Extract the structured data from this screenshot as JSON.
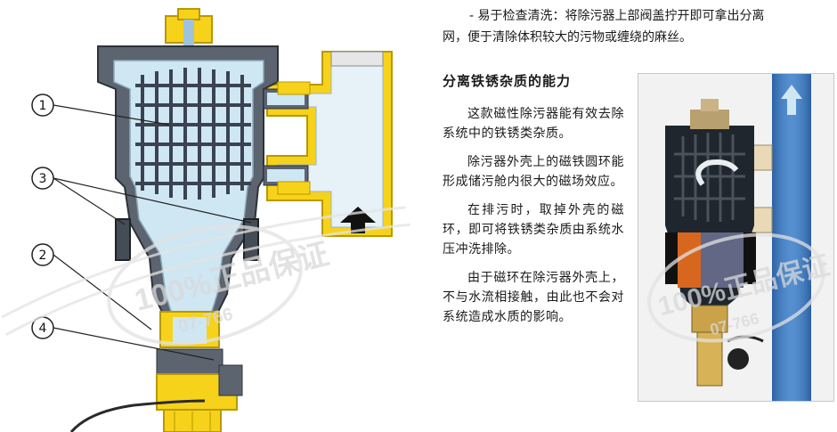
{
  "intro": {
    "line1": "- 易于检查清洗：将除污器上部阀盖拧开即可拿出分离",
    "line2": "网，便于清除体积较大的污物或缠绕的麻丝。"
  },
  "section": {
    "title": "分离铁锈杂质的能力",
    "paragraphs": [
      "这款磁性除污器能有效去除系统中的铁锈类杂质。",
      "除污器外壳上的磁铁圆环能形成储污舱内很大的磁场效应。",
      "在排污时，取掉外壳的磁环，即可将铁锈类杂质由系统水压冲洗排除。",
      "由于磁环在除污器外壳上，不与水流相接触，由此也不会对系统造成水质的影响。"
    ]
  },
  "diagram": {
    "callouts": [
      "1",
      "3",
      "2",
      "4"
    ]
  },
  "watermark": {
    "main": "100%正品保证",
    "phone": "07-766"
  },
  "colors": {
    "brass": "#f6d21a",
    "brass_edge": "#b89800",
    "body_grey": "#5c6470",
    "water_blue": "#cfe6f3",
    "pipe_blue": "#3d7bc4"
  }
}
